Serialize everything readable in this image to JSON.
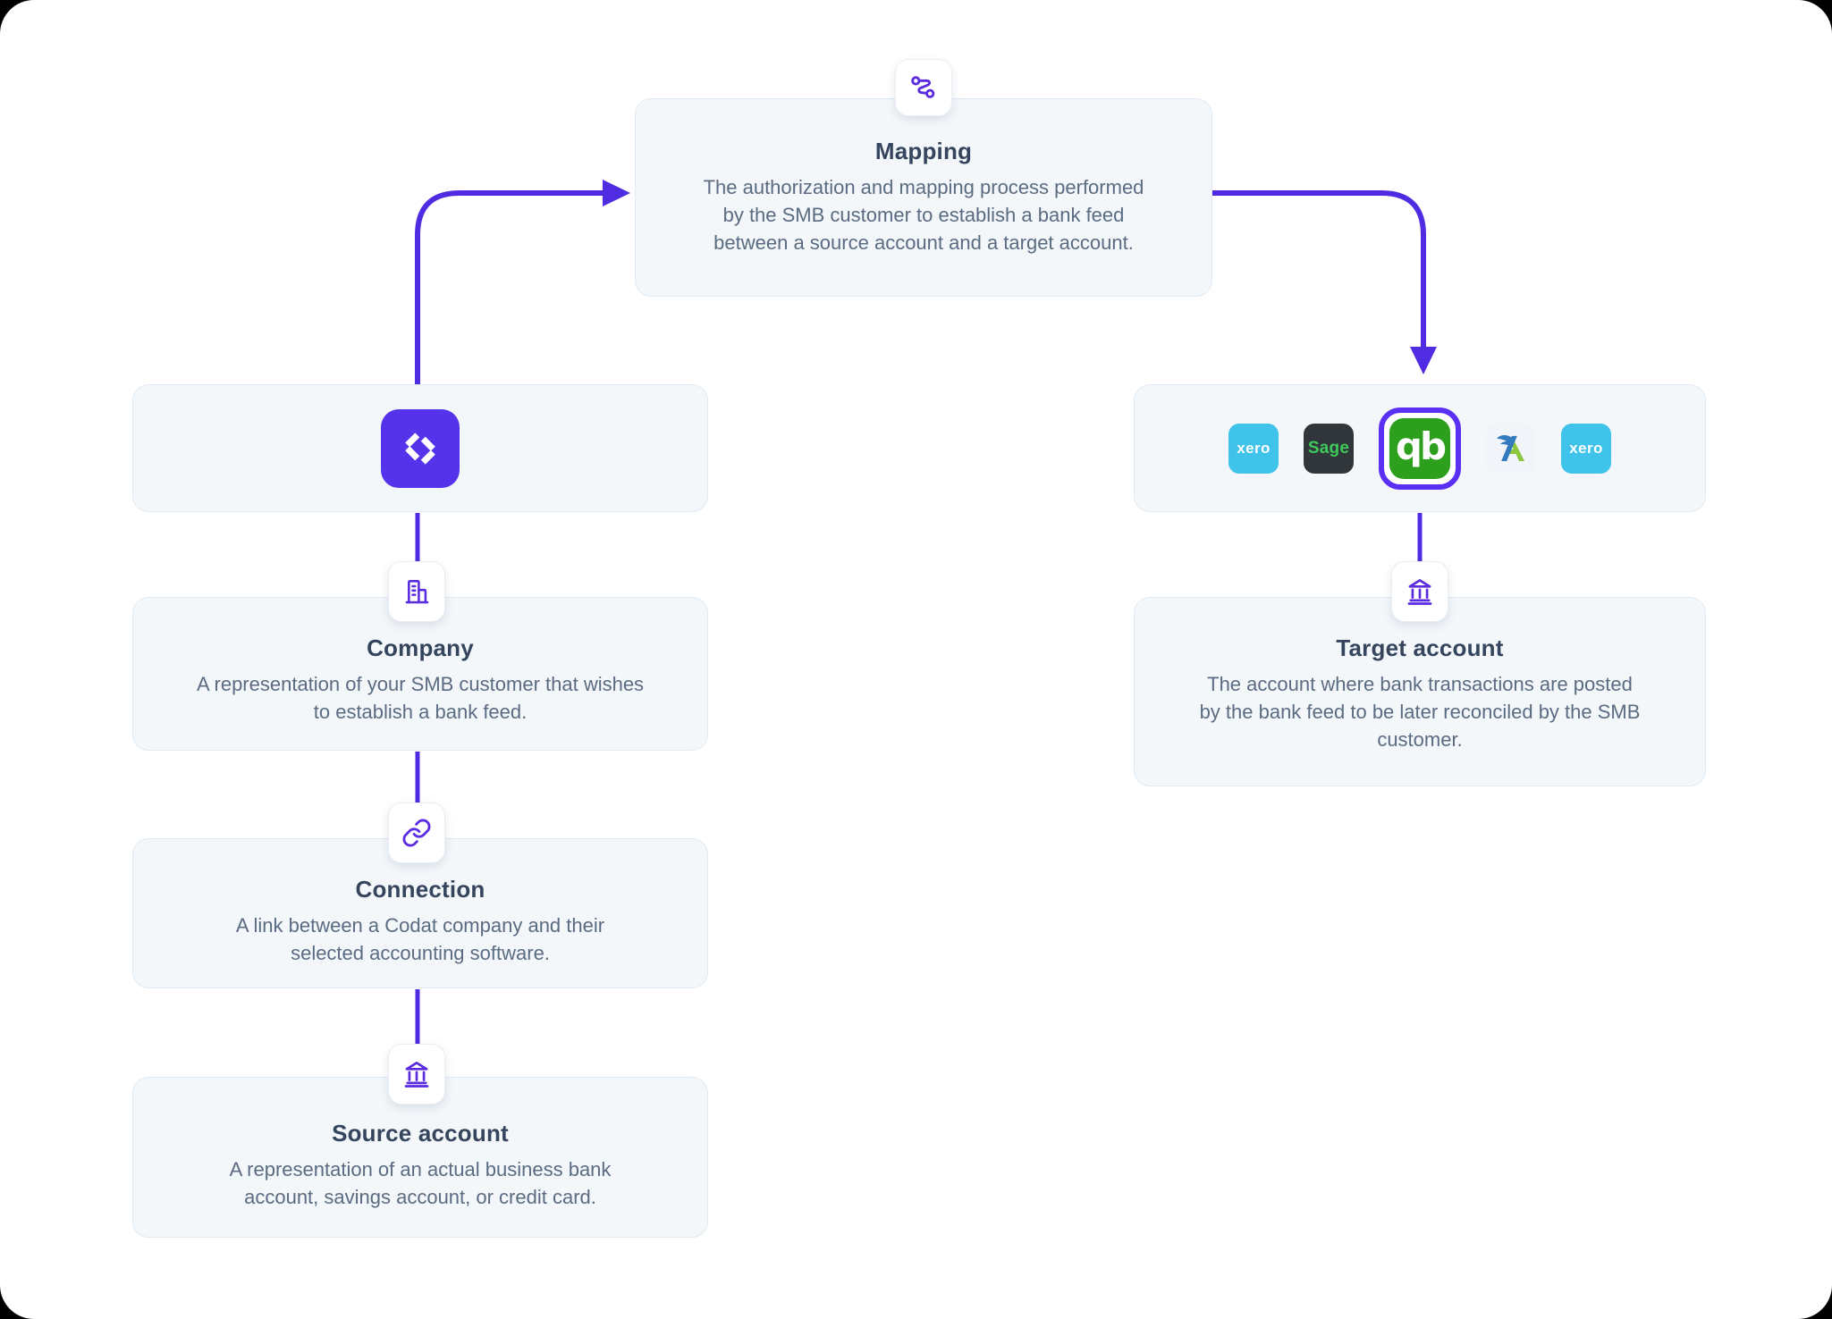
{
  "colors": {
    "accent_purple": "#4f2ce2",
    "icon_purple": "#5b2be0",
    "codat_purple": "#5433ea",
    "card_bg": "#f3f7fa",
    "card_border": "#e1eaf2",
    "title_text": "#35455e",
    "body_text": "#5a6b82",
    "canvas_bg": "#ffffff",
    "page_bg": "#000000",
    "xero_blue": "#40c3ea",
    "sage_dark": "#31363b",
    "sage_green": "#3eca5a",
    "qb_green": "#2ca01c",
    "freeagent_bg": "#f1f5f9",
    "freeagent_blue": "#3279bd",
    "freeagent_green": "#8cc63f",
    "selected_ring": "#5a31f4",
    "badge_bg": "#ffffff",
    "badge_border": "#e9eef5"
  },
  "nodes": {
    "mapping": {
      "title": "Mapping",
      "description": "The authorization and mapping process performed\nby the SMB customer to establish a bank feed\nbetween a source account and a target account.",
      "icon": "route-icon"
    },
    "company": {
      "title": "Company",
      "description": "A representation of your SMB customer that wishes\nto establish a bank feed.",
      "icon": "building-icon"
    },
    "connection": {
      "title": "Connection",
      "description": "A link between a Codat company and their\nselected accounting software.",
      "icon": "link-icon"
    },
    "source_account": {
      "title": "Source account",
      "description": "A representation of an actual business bank\naccount, savings account, or credit card.",
      "icon": "bank-icon"
    },
    "target_account": {
      "title": "Target account",
      "description": "The account where bank transactions are posted\nby the bank feed to be later reconciled by the SMB\ncustomer.",
      "icon": "bank-icon"
    }
  },
  "logos": {
    "codat": {
      "name": "codat-logo"
    },
    "integrations": [
      {
        "name": "xero-logo",
        "label": "xero",
        "selected": false
      },
      {
        "name": "sage-logo",
        "label": "Sage",
        "selected": false
      },
      {
        "name": "quickbooks-logo",
        "label": "qb",
        "selected": true
      },
      {
        "name": "freeagent-logo",
        "label": "",
        "selected": false
      },
      {
        "name": "xero-logo",
        "label": "xero",
        "selected": false
      }
    ]
  }
}
